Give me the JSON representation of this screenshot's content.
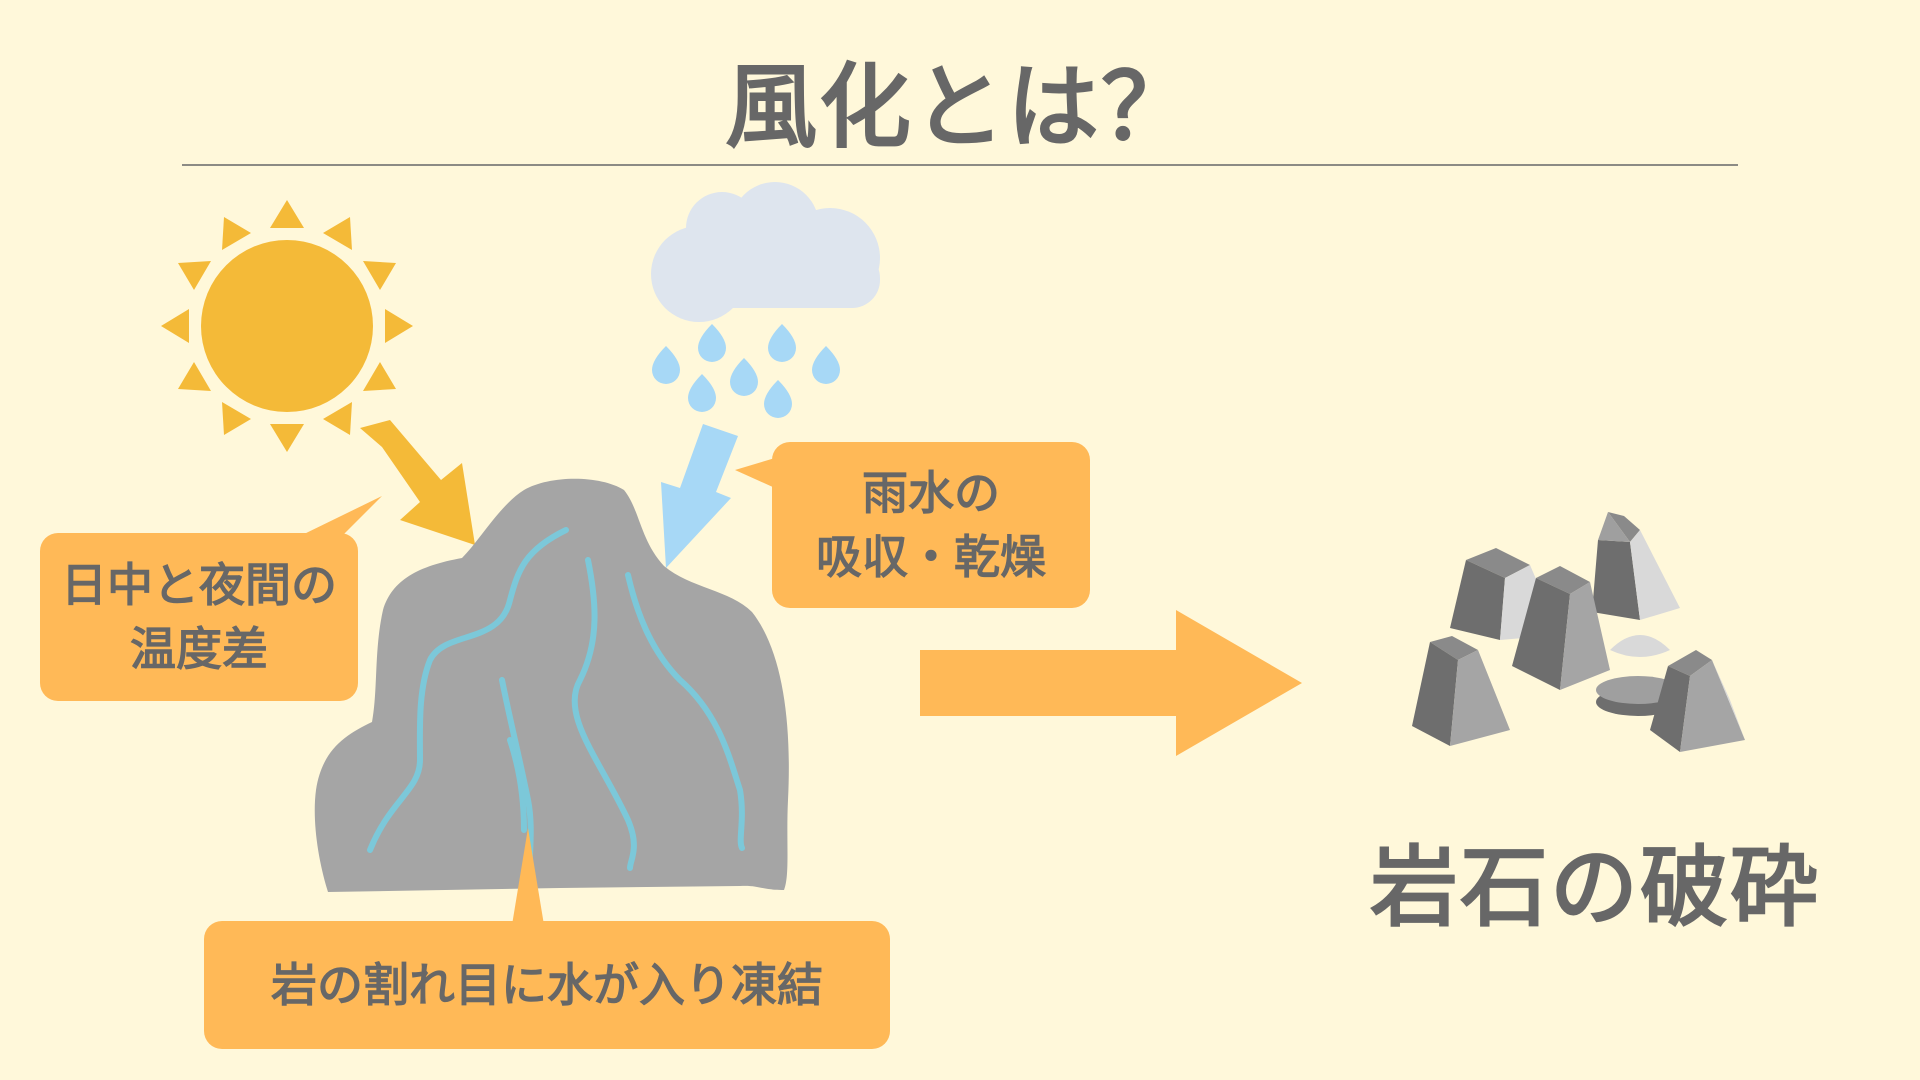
{
  "title": "風化とは？",
  "labels": {
    "temperature": [
      "日中と夜間の",
      "温度差"
    ],
    "rain": [
      "雨水の",
      "吸収・乾燥"
    ],
    "freeze": "岩の割れ目に水が入り凍結"
  },
  "result": "岩石の破砕",
  "colors": {
    "background": "#FFF8DA",
    "text": "#676767",
    "callout": "#FFB957",
    "sun": "#F4BA38",
    "cloud": "#DEE5EE",
    "rain_drops": "#A7D8F6",
    "rock": "#A5A5A5",
    "cracks": "#7CC8D9",
    "rubble_dark": "#6E6E6E",
    "rubble_mid": "#9F9F9F",
    "rubble_light": "#D9D9D9"
  },
  "icons": [
    "sun-icon",
    "rain-cloud-icon",
    "rock-icon",
    "arrow-right-icon",
    "rock-fragments-icon"
  ]
}
